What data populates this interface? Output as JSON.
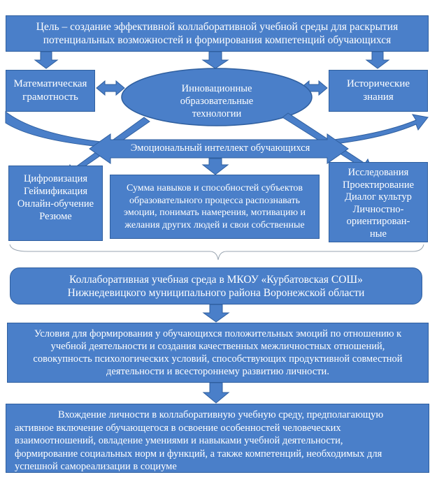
{
  "goal": {
    "line1": "Цель – создание эффективной коллаборативной учебной среды для раскрытия",
    "line2": "потенциальных возможностей и формирования компетенций обучающихся"
  },
  "math_literacy": {
    "line1": "Математическая",
    "line2": "грамотность"
  },
  "innovative_tech": {
    "line1": "Инновационные",
    "line2": "образовательные",
    "line3": "технологии"
  },
  "historical_knowledge": {
    "line1": "Исторические",
    "line2": "знания"
  },
  "emotional_intelligence": "Эмоциональный интеллект обучающихся",
  "digital_box": {
    "line1": "Цифровизация",
    "line2": "Геймификация",
    "line3": "Онлайн-обучение",
    "line4": "Резюме"
  },
  "skills_box": {
    "line1": "Сумма навыков и способностей субъектов",
    "line2": "образовательного процесса распознавать",
    "line3": "эмоции, понимать намерения, мотивацию и",
    "line4": "желания других людей и свои собственные"
  },
  "research_box": {
    "line1": "Исследования",
    "line2": "Проектирование",
    "line3": "Диалог культур",
    "line4": "Личностно-",
    "line5": "ориентирован-",
    "line6": "ные"
  },
  "collab_env": {
    "line1": "Коллаборативная учебная среда в МКОУ «Курбатовская СОШ»",
    "line2": "Нижнедевицкого муниципального района Воронежской области"
  },
  "conditions": {
    "line1": "Условия для формирования у обучающихся положительных эмоций по отношению к",
    "line2": "учебной деятельности и создания качественных межличностных отношений,",
    "line3": "совокупность психологических условий, способствующих продуктивной совместной",
    "line4": "деятельности и всестороннему развитию личности."
  },
  "entry": {
    "line1": "Вхождение личности в коллаборативную учебную среду, предполагающую",
    "line2": "активное включение обучающегося в освоение особенностей человеческих",
    "line3": "взаимоотношений, овладение умениями и навыками учебной деятельности,",
    "line4": "формирование  социальных норм и функций,  а также компетенций, необходимых для",
    "line5": "успешной самореализации в социуме"
  },
  "colors": {
    "box_fill": "#4a7fc9",
    "box_border": "#2f5f9f",
    "text": "#ffffff"
  }
}
